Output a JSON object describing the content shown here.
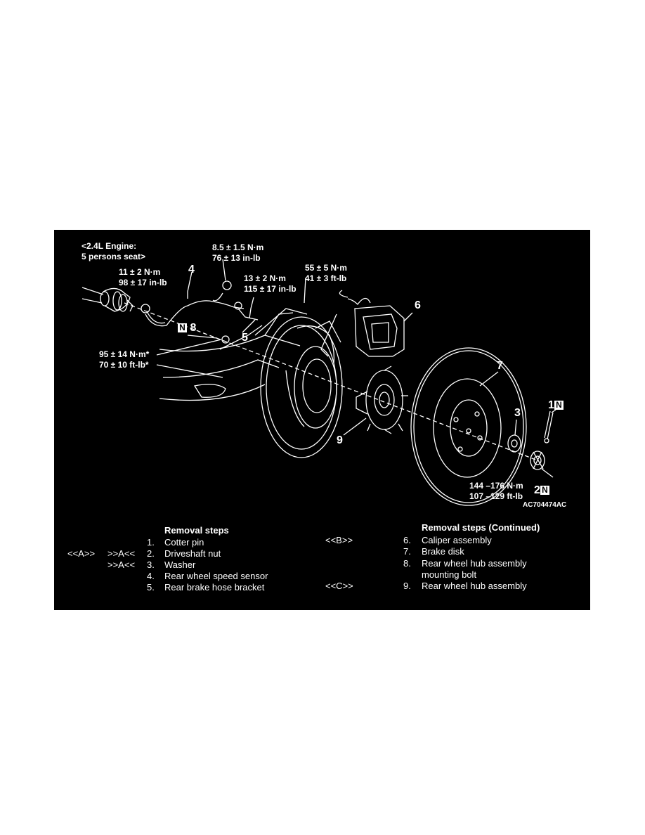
{
  "callouts": {
    "engine_line1": "<2.4L Engine:",
    "engine_line2": "5 persons seat>",
    "torque_a_nm": "8.5 ± 1.5 N·m",
    "torque_a_in": "76 ± 13 in-lb",
    "torque_b_nm": "11 ± 2 N·m",
    "torque_b_in": "98 ± 17 in-lb",
    "torque_c_nm": "13 ± 2 N·m",
    "torque_c_in": "115 ± 17 in-lb",
    "torque_d_nm": "55 ± 5 N·m",
    "torque_d_ft": "41 ± 3 ft-lb",
    "torque_e_nm": "95 ± 14 N·m*",
    "torque_e_ft": "70 ± 10 ft-lb*",
    "torque_f_nm": "144 –176 N·m",
    "torque_f_ft": "107 –129 ft-lb",
    "part_1": "1",
    "part_2": "2",
    "part_3": "3",
    "part_4": "4",
    "part_5": "5",
    "part_6": "6",
    "part_7": "7",
    "part_8": "8",
    "part_9": "9",
    "new_mark": "N",
    "figure_code": "AC704474AC"
  },
  "steps_left": {
    "heading": "Removal steps",
    "items": [
      {
        "pre": "",
        "post": "",
        "num": "1.",
        "label": "Cotter pin"
      },
      {
        "pre": "<<A>>",
        "post": ">>A<<",
        "num": "2.",
        "label": "Driveshaft nut"
      },
      {
        "pre": "",
        "post": ">>A<<",
        "num": "3.",
        "label": "Washer"
      },
      {
        "pre": "",
        "post": "",
        "num": "4.",
        "label": "Rear wheel speed sensor"
      },
      {
        "pre": "",
        "post": "",
        "num": "5.",
        "label": "Rear brake hose bracket"
      }
    ]
  },
  "steps_right": {
    "heading": "Removal steps (Continued)",
    "items": [
      {
        "pre": "<<B>>",
        "num": "6.",
        "label": "Caliper assembly",
        "label2": ""
      },
      {
        "pre": "",
        "num": "7.",
        "label": "Brake disk",
        "label2": ""
      },
      {
        "pre": "",
        "num": "8.",
        "label": "Rear wheel hub assembly",
        "label2": "mounting bolt"
      },
      {
        "pre": "<<C>>",
        "num": "9.",
        "label": "Rear wheel hub assembly",
        "label2": ""
      }
    ]
  }
}
